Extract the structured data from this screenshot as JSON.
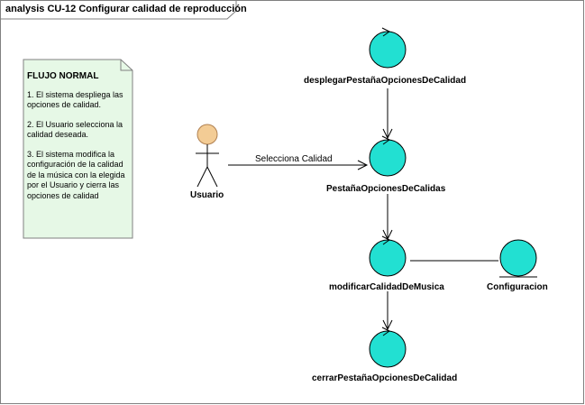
{
  "frame": {
    "title": "analysis CU-12 Configurar calidad de reproducción"
  },
  "note": {
    "title": "FLUJO NORMAL",
    "steps": [
      "1. El sistema despliega las opciones de calidad.",
      "2. El Usuario selecciona la calidad deseada.",
      "3. El sistema modifica la configuración de la calidad de la música con la elegida por el Usuario y cierra las opciones de calidad"
    ]
  },
  "actor": {
    "label": "Usuario"
  },
  "message": {
    "label": "Selecciona Calidad"
  },
  "nodes": {
    "desplegar": "desplegarPestañaOpcionesDeCalidad",
    "pestana": "PestañaOpcionesDeCalidas",
    "modificar": "modificarCalidadDeMusica",
    "configuracion": "Configuracion",
    "cerrar": "cerrarPestañaOpcionesDeCalidad"
  },
  "colors": {
    "control": "#22e0d2",
    "entity": "#22e0d2",
    "actor_head": "#f3cc95",
    "note_bg": "#e6f8e6"
  }
}
